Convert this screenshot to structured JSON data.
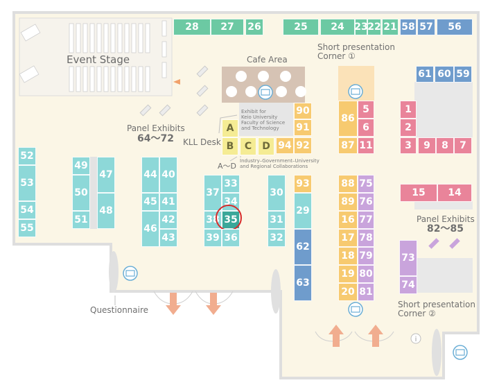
{
  "colors": {
    "floor": "#fbf6e6",
    "walls": "#d9d9d9",
    "green": "#6cc9a3",
    "teal": "#8dd8d8",
    "orange": "#f7ca70",
    "pink": "#e9849a",
    "purple": "#c9a4dc",
    "blue": "#6f9ccc",
    "yellow": "#f5ec94",
    "arrow": "#f1ad8f",
    "highlight": "#d62b2b"
  },
  "labels": {
    "event_stage": "Event Stage",
    "cafe_area": "Cafe Area",
    "short_pres_1_line1": "Short presentation",
    "short_pres_1_line2": "Corner ①",
    "short_pres_2_line1": "Short presentation",
    "short_pres_2_line2": "Corner ②",
    "panel_exhibits_a": "Panel Exhibits",
    "panel_range_a": "64〜72",
    "panel_exhibits_b": "Panel Exhibits",
    "panel_range_b": "82〜85",
    "kll_desk": "KLL Desk",
    "exhibit_keio_1": "Exhibit for",
    "exhibit_keio_2": "Keio University",
    "exhibit_keio_3": "Faculty of Science",
    "exhibit_keio_4": "and Technology",
    "a_to_d": "A〜D",
    "industry_1": "Industry–Government–University",
    "industry_2": "and Regional Collaborations",
    "questionnaire": "Questionnaire"
  },
  "booths": [
    {
      "id": "28",
      "label": "28",
      "color": "green"
    },
    {
      "id": "27",
      "label": "27",
      "color": "green"
    },
    {
      "id": "26",
      "label": "26",
      "color": "green"
    },
    {
      "id": "25",
      "label": "25",
      "color": "green"
    },
    {
      "id": "24",
      "label": "24",
      "color": "green"
    },
    {
      "id": "23",
      "label": "23",
      "color": "green"
    },
    {
      "id": "22",
      "label": "22",
      "color": "green"
    },
    {
      "id": "21",
      "label": "21",
      "color": "green"
    },
    {
      "id": "58",
      "label": "58",
      "color": "blue"
    },
    {
      "id": "57",
      "label": "57",
      "color": "blue"
    },
    {
      "id": "56",
      "label": "56",
      "color": "blue"
    },
    {
      "id": "61",
      "label": "61",
      "color": "blue"
    },
    {
      "id": "60",
      "label": "60",
      "color": "blue"
    },
    {
      "id": "59",
      "label": "59",
      "color": "blue"
    },
    {
      "id": "90",
      "label": "90",
      "color": "orange"
    },
    {
      "id": "91",
      "label": "91",
      "color": "orange"
    },
    {
      "id": "92",
      "label": "92",
      "color": "orange"
    },
    {
      "id": "94",
      "label": "94",
      "color": "orange"
    },
    {
      "id": "A",
      "label": "A",
      "color": "yellow"
    },
    {
      "id": "B",
      "label": "B",
      "color": "yellow"
    },
    {
      "id": "C",
      "label": "C",
      "color": "yellow"
    },
    {
      "id": "D",
      "label": "D",
      "color": "yellow"
    },
    {
      "id": "86",
      "label": "86",
      "color": "orange"
    },
    {
      "id": "87",
      "label": "87",
      "color": "orange"
    },
    {
      "id": "5",
      "label": "5",
      "color": "pink"
    },
    {
      "id": "6",
      "label": "6",
      "color": "pink"
    },
    {
      "id": "11",
      "label": "11",
      "color": "pink"
    },
    {
      "id": "1",
      "label": "1",
      "color": "pink"
    },
    {
      "id": "2",
      "label": "2",
      "color": "pink"
    },
    {
      "id": "3",
      "label": "3",
      "color": "pink"
    },
    {
      "id": "9",
      "label": "9",
      "color": "pink"
    },
    {
      "id": "8",
      "label": "8",
      "color": "pink"
    },
    {
      "id": "7",
      "label": "7",
      "color": "pink"
    },
    {
      "id": "15",
      "label": "15",
      "color": "pink"
    },
    {
      "id": "14",
      "label": "14",
      "color": "pink"
    },
    {
      "id": "52",
      "label": "52",
      "color": "teal"
    },
    {
      "id": "53",
      "label": "53",
      "color": "teal"
    },
    {
      "id": "54",
      "label": "54",
      "color": "teal"
    },
    {
      "id": "55",
      "label": "55",
      "color": "teal"
    },
    {
      "id": "49",
      "label": "49",
      "color": "teal"
    },
    {
      "id": "50",
      "label": "50",
      "color": "teal"
    },
    {
      "id": "51",
      "label": "51",
      "color": "teal"
    },
    {
      "id": "47",
      "label": "47",
      "color": "teal"
    },
    {
      "id": "48",
      "label": "48",
      "color": "teal"
    },
    {
      "id": "44",
      "label": "44",
      "color": "teal"
    },
    {
      "id": "45",
      "label": "45",
      "color": "teal"
    },
    {
      "id": "46",
      "label": "46",
      "color": "teal"
    },
    {
      "id": "40",
      "label": "40",
      "color": "teal"
    },
    {
      "id": "41",
      "label": "41",
      "color": "teal"
    },
    {
      "id": "42",
      "label": "42",
      "color": "teal"
    },
    {
      "id": "43",
      "label": "43",
      "color": "teal"
    },
    {
      "id": "37",
      "label": "37",
      "color": "teal"
    },
    {
      "id": "38",
      "label": "38",
      "color": "teal"
    },
    {
      "id": "39",
      "label": "39",
      "color": "teal"
    },
    {
      "id": "33",
      "label": "33",
      "color": "teal"
    },
    {
      "id": "34",
      "label": "34",
      "color": "teal"
    },
    {
      "id": "35",
      "label": "35",
      "color": "teal",
      "highlighted": true
    },
    {
      "id": "36",
      "label": "36",
      "color": "teal"
    },
    {
      "id": "30",
      "label": "30",
      "color": "teal"
    },
    {
      "id": "31",
      "label": "31",
      "color": "teal"
    },
    {
      "id": "32",
      "label": "32",
      "color": "teal"
    },
    {
      "id": "93",
      "label": "93",
      "color": "orange"
    },
    {
      "id": "29",
      "label": "29",
      "color": "teal"
    },
    {
      "id": "62",
      "label": "62",
      "color": "blue"
    },
    {
      "id": "63",
      "label": "63",
      "color": "blue"
    },
    {
      "id": "88",
      "label": "88",
      "color": "orange"
    },
    {
      "id": "89",
      "label": "89",
      "color": "orange"
    },
    {
      "id": "16",
      "label": "16",
      "color": "orange"
    },
    {
      "id": "17",
      "label": "17",
      "color": "orange"
    },
    {
      "id": "18",
      "label": "18",
      "color": "orange"
    },
    {
      "id": "19",
      "label": "19",
      "color": "orange"
    },
    {
      "id": "20",
      "label": "20",
      "color": "orange"
    },
    {
      "id": "75",
      "label": "75",
      "color": "purple"
    },
    {
      "id": "76",
      "label": "76",
      "color": "purple"
    },
    {
      "id": "77",
      "label": "77",
      "color": "purple"
    },
    {
      "id": "78",
      "label": "78",
      "color": "purple"
    },
    {
      "id": "79",
      "label": "79",
      "color": "purple"
    },
    {
      "id": "80",
      "label": "80",
      "color": "purple"
    },
    {
      "id": "81",
      "label": "81",
      "color": "purple"
    },
    {
      "id": "73",
      "label": "73",
      "color": "purple"
    },
    {
      "id": "74",
      "label": "74",
      "color": "purple"
    }
  ],
  "icons": {
    "projector": "projector-icon",
    "info": "info-icon",
    "arrow": "entrance-arrow-icon",
    "highlight": "highlight-circle-icon"
  }
}
